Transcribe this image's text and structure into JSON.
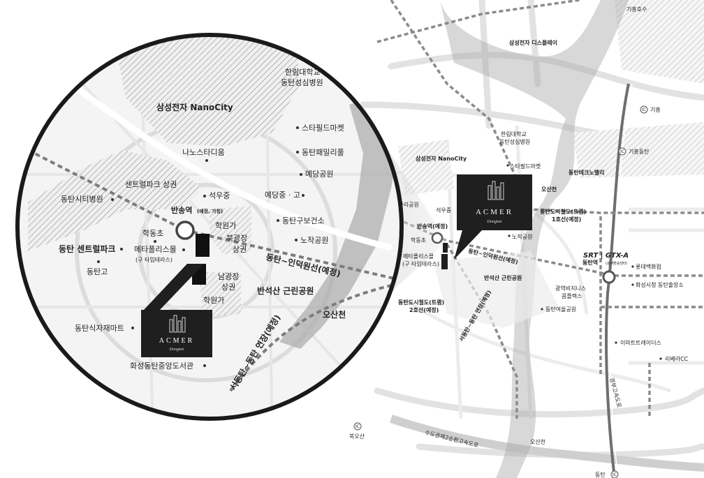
{
  "overview": {
    "giheung_lake": "기흥호수",
    "samsung_display": "삼성전자 디스플레이",
    "ic_giheung": "기흥",
    "ic_giheung_dongtan": "기흥동탄",
    "ic_dongtan": "동탄",
    "ic_bukosan": "북오산",
    "ic_symbol": "IC",
    "hallym": [
      "한림대학교",
      "동탄성심병원"
    ],
    "starfield": "스타필드마켓",
    "samsung_nanocity": "삼성전자 NanoCity",
    "dongtan_techno_valley": "동탄테크노밸리",
    "osancheon_north": "오산천",
    "osancheon_south": "오산천",
    "gaenari_park": "개나리공원",
    "seokwoo_middle": "석우중",
    "bansong_station": "반송역(예정)",
    "hakdong_elem": "학동초",
    "metapolis": [
      "메타폴리스몰",
      "(구 타임테라스)"
    ],
    "nojak_park": "노작공원",
    "tram1": [
      "동탄도시철도(트램)",
      "1호선(예정)"
    ],
    "inducktrack": "동탄~인덕원선(예정)",
    "bansuksan": "반석산 근린공원",
    "tram2": [
      "동탄도시철도(트램)",
      "2호선(예정)"
    ],
    "seodongtan_ext": "서동탄~동탄 연장(예정)",
    "srt_logo": "SRT | GTX-A",
    "dongtan_station": "동탄역",
    "dongtan_station_sub": "(광역환승센터)",
    "lotte": "롯데백화점",
    "hwaseong_office": "화성시청 동탄출장소",
    "business_complex": [
      "광역비지니스",
      "콤플렉스"
    ],
    "dongtan_yeoul": "동탄여울공원",
    "emart": "이마트트레이더스",
    "riviera": "리베라CC",
    "gyeongbu_expressway": "경부고속도로",
    "ring_expressway": "수도권제2순환고속도로"
  },
  "zoom": {
    "samsung_nanocity": "삼성전자 NanoCity",
    "hallym": [
      "한림대학교",
      "동탄성심병원"
    ],
    "nano_studium": "나노스타디움",
    "starfield": "스타필드마켓",
    "central_park_area": "센트럴파크 상권",
    "dongtan_family": "동탄패밀리풀",
    "yedang_park": "예당공원",
    "dongtan_city_hospital": "동탄시티병원",
    "seokwoo_middle": "석우중",
    "yedang_school": "예당중 · 고",
    "bansong_station": "반송역",
    "bansong_station_sub": "(예정, 가칭)",
    "hakwonga_1": "학원가",
    "bukgwangjang": [
      "북광장",
      "상권"
    ],
    "dongtan_health": "동탄구보건소",
    "nojak_park": "노작공원",
    "hakdong_elem": "학동초",
    "dongtan_central_park": "동탄 센트럴파크",
    "metapolis": [
      "메타폴리스몰",
      "(구 타임테라스)"
    ],
    "indeok_line": "동탄~인덕원선(예정)",
    "dongtan_high": "동탄고",
    "namgwangjang": [
      "남광장",
      "상권"
    ],
    "hakwonga_2": "학원가",
    "bansuksan": "반석산 근린공원",
    "dongtan_food_mart": "동탄식자재마트",
    "osancheon": "오산천",
    "seodongtan_ext": "서동탄~동탄 연장(예정)",
    "library": "화성동탄중앙도서관"
  },
  "brand": {
    "name": "ACMER",
    "script": "Dongtan"
  },
  "colors": {
    "water": "#9c9c9c",
    "road_major": "#d9d9d9",
    "rail_dashed": "#8a8a8a",
    "logo_box": "#1f1f1f",
    "circle_bg": "#f5f5f5"
  }
}
